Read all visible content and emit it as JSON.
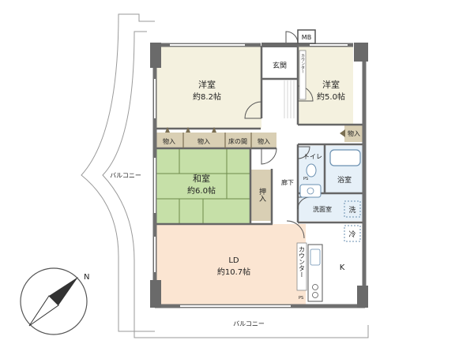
{
  "rooms": {
    "western_large": {
      "name": "洋室",
      "size": "約8.2帖"
    },
    "western_small": {
      "name": "洋室",
      "size": "約5.0帖"
    },
    "japanese": {
      "name": "和室",
      "size": "約6.0帖"
    },
    "ld": {
      "name": "LD",
      "size": "約10.7帖"
    },
    "kitchen": {
      "name": "K"
    },
    "entrance": {
      "name": "玄関"
    },
    "corridor": {
      "name": "廊下"
    },
    "toilet": {
      "name": "トイレ"
    },
    "bathroom": {
      "name": "浴室"
    },
    "washroom": {
      "name": "洗面室"
    }
  },
  "storage": {
    "closet_1": "物入",
    "closet_2": "物入",
    "tokonoma": "床の間",
    "closet_3": "物入",
    "closet_4": "物入",
    "oshiire": "押入"
  },
  "fixtures": {
    "mb": "MB",
    "counter_entry": "カウンター",
    "counter_kitchen": "カウンター",
    "washer": "洗",
    "fridge": "冷",
    "ps_1": "PS",
    "ps_2": "PS"
  },
  "balcony": {
    "west": "バルコニー",
    "south": "バルコニー"
  },
  "compass": {
    "north": "N"
  },
  "colors": {
    "wall": "#7a7a7a",
    "wall_dark": "#555555",
    "room_beige": "#f4f1df",
    "ld_peach": "#fbe5d2",
    "tatami": "#c6e0a8",
    "closet": "#d9cfb4",
    "wet_area": "#e6f0f8",
    "floor_white": "#ffffff"
  }
}
